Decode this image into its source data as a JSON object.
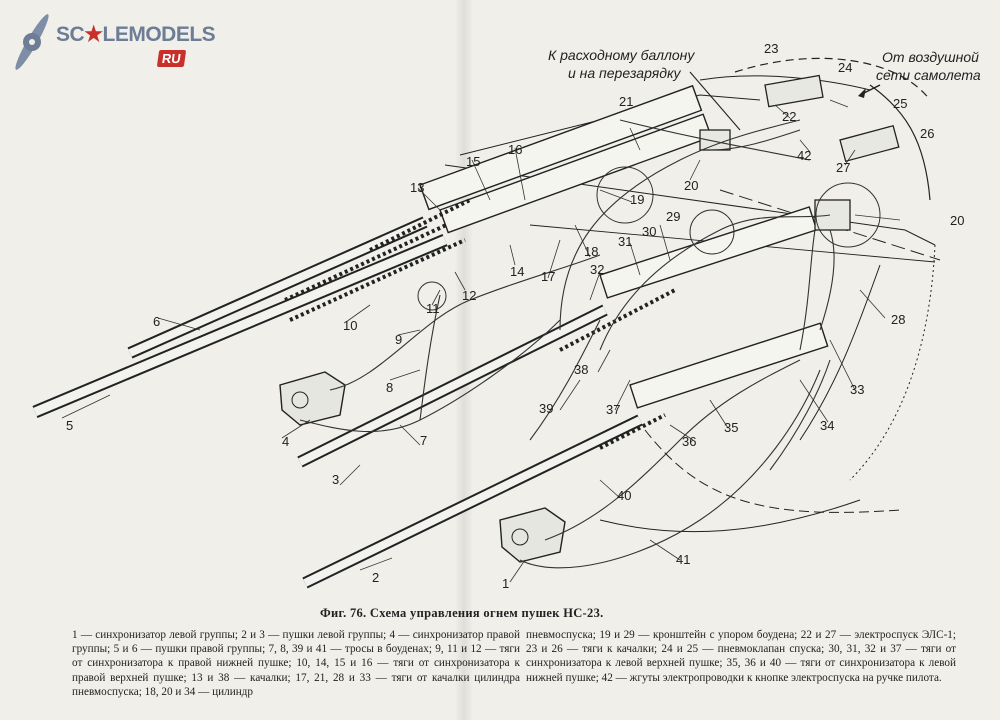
{
  "logo": {
    "text_a": "SC",
    "text_b": "LEMODELS",
    "badge": "RU"
  },
  "notes": {
    "top_left_line1": "К расходному баллону",
    "top_left_line2": "и на перезарядку",
    "top_right_line1": "От воздушной",
    "top_right_line2": "сети самолета"
  },
  "labels": {
    "n1": "1",
    "n2": "2",
    "n3": "3",
    "n4": "4",
    "n5": "5",
    "n6": "6",
    "n7": "7",
    "n8": "8",
    "n9": "9",
    "n10": "10",
    "n11": "11",
    "n12": "12",
    "n13": "13",
    "n14": "14",
    "n15": "15",
    "n16": "16",
    "n17": "17",
    "n18": "18",
    "n19": "19",
    "n20a": "20",
    "n20b": "20",
    "n21": "21",
    "n22": "22",
    "n23": "23",
    "n24": "24",
    "n25": "25",
    "n26": "26",
    "n27": "27",
    "n28": "28",
    "n29": "29",
    "n30": "30",
    "n31": "31",
    "n32": "32",
    "n33": "33",
    "n34": "34",
    "n35": "35",
    "n36": "36",
    "n37": "37",
    "n38": "38",
    "n39": "39",
    "n40": "40",
    "n41": "41",
    "n42": "42"
  },
  "caption": "Фиг. 76. Схема управления огнем пушек НС-23.",
  "legend": {
    "left": "1 — синхронизатор левой группы; 2 и 3 — пушки левой группы; 4 — синхронизатор правой группы; 5 и 6 — пушки правой группы; 7, 8, 39 и 41 — тросы в боуденах; 9, 11 и 12 — тяги от синхронизатора к правой нижней пушке; 10, 14, 15 и 16 — тяги от синхронизатора к правой верхней пушке; 13 и 38 — качалки; 17, 21, 28 и 33 — тяги от качалки цилиндра пневмоспуска; 18, 20 и 34 — цилиндр",
    "right": "пневмоспуска; 19 и 29 — кронштейн с упором боудена; 22 и 27 — электроспуск ЭЛС-1; 23 и 26 — тяги к качалки; 24 и 25 — пневмоклапан спуска; 30, 31, 32 и 37 — тяги от синхронизатора к левой верхней пушке; 35, 36 и 40 — тяги от синхронизатора к левой нижней пушке; 42 — жгуты электропроводки к кнопке электроспуска на ручке пилота."
  }
}
